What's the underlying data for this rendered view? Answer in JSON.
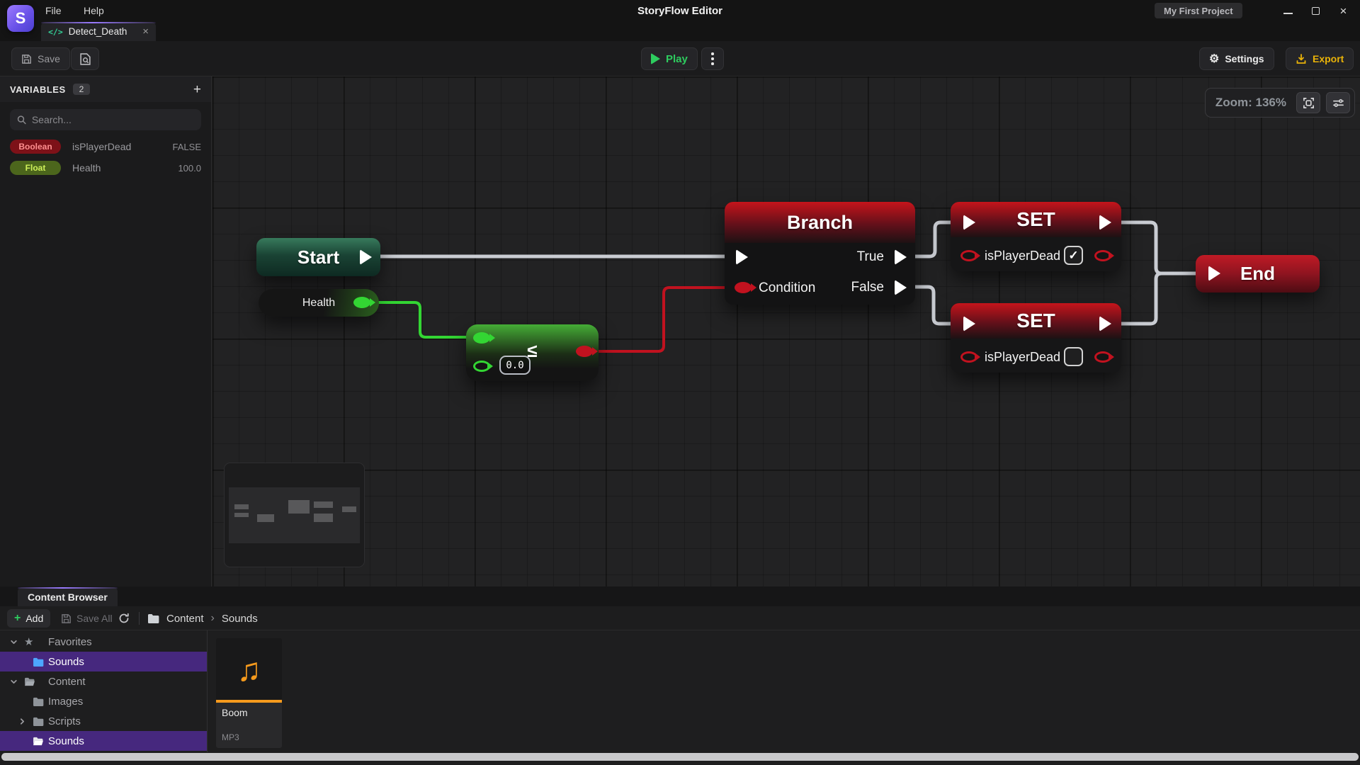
{
  "titlebar": {
    "menus": [
      {
        "label": "File"
      },
      {
        "label": "Help"
      }
    ],
    "title": "StoryFlow Editor",
    "project_badge": "My First Project",
    "logo_letter": "S",
    "close_glyph": "×"
  },
  "tab_bar": {
    "tabs": [
      {
        "icon_glyph": "</>",
        "label": "Detect_Death",
        "close_glyph": "×"
      }
    ]
  },
  "toolbar": {
    "save_label": "Save",
    "play_label": "Play",
    "settings_label": "Settings",
    "settings_gear_glyph": "⚙",
    "export_label": "Export"
  },
  "variables_panel": {
    "title": "VARIABLES",
    "count": "2",
    "add_glyph": "+",
    "search_placeholder": "Search...",
    "rows": [
      {
        "type": "Boolean",
        "name": "isPlayerDead",
        "value": "FALSE"
      },
      {
        "type": "Float",
        "name": "Health",
        "value": "100.0"
      }
    ]
  },
  "canvas": {
    "zoom_label": "Zoom: 136%",
    "nodes": {
      "start": {
        "title": "Start"
      },
      "health": {
        "label": "Health"
      },
      "compare": {
        "operator": "≤",
        "value": "0.0"
      },
      "branch": {
        "title": "Branch",
        "condition_label": "Condition",
        "true_label": "True",
        "false_label": "False"
      },
      "set_true": {
        "title": "SET",
        "variable": "isPlayerDead",
        "checked": true,
        "check_glyph": "✓"
      },
      "set_false": {
        "title": "SET",
        "variable": "isPlayerDead",
        "checked": false,
        "check_glyph": ""
      },
      "end": {
        "title": "End"
      }
    }
  },
  "content_browser": {
    "tab_label": "Content Browser",
    "add_label": "Add",
    "add_glyph": "+",
    "save_all_label": "Save All",
    "star_glyph": "★",
    "breadcrumb": {
      "root": "Content",
      "separator": "›",
      "current": "Sounds"
    },
    "tree": [
      {
        "label": "Favorites",
        "expanded": true
      },
      {
        "label": "Sounds",
        "selected": true
      },
      {
        "label": "Content",
        "expanded": true
      },
      {
        "label": "Images"
      },
      {
        "label": "Scripts",
        "collapsed": true
      },
      {
        "label": "Sounds",
        "selected": true
      }
    ],
    "assets": [
      {
        "name": "Boom",
        "type": "MP3",
        "icon_glyph": "♫"
      }
    ]
  },
  "colors": {
    "accent_purple": "#8b5cf6",
    "selection_purple": "#46287e",
    "exec_wire": "#c9ccd2",
    "data_green": "#33d633",
    "data_red": "#c1121f",
    "asset_orange": "#f59a1d",
    "play_green": "#2ecc5f",
    "export_yellow": "#eab308"
  }
}
